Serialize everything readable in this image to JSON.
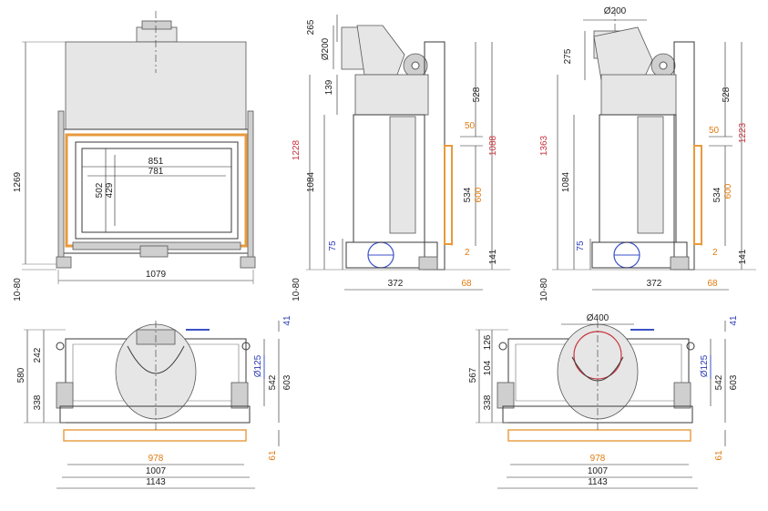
{
  "colors": {
    "orange": "#e07a10",
    "red": "#c8323c",
    "blue": "#2838b4",
    "line": "#3a3a3a"
  },
  "front": {
    "d1269": "1269",
    "d1080": "10-80",
    "d1079": "1079",
    "d851": "851",
    "d781": "781",
    "d502": "502",
    "d429": "429"
  },
  "side1": {
    "d265": "265",
    "d200": "Ø200",
    "d139": "139",
    "d1228": "1228",
    "d1084": "1084",
    "d1080": "10-80",
    "d75": "75",
    "d528": "528",
    "d50": "50",
    "d1088": "1088",
    "d534": "534",
    "d600": "600",
    "d2": "2",
    "d141": "141",
    "d372": "372",
    "d68": "68"
  },
  "side2": {
    "d200": "Ø200",
    "d275": "275",
    "d1363": "1363",
    "d1084": "1084",
    "d1080": "10-80",
    "d75": "75",
    "d528": "528",
    "d50": "50",
    "d1223": "1223",
    "d534": "534",
    "d600": "600",
    "d2": "2",
    "d141": "141",
    "d372": "372",
    "d68": "68"
  },
  "top1": {
    "d41": "41",
    "d242": "242",
    "d580": "580",
    "d338": "338",
    "d125": "Ø125",
    "d542": "542",
    "d603": "603",
    "d978": "978",
    "d61": "61",
    "d1007": "1007",
    "d1143": "1143"
  },
  "top2": {
    "d400": "Ø400",
    "d41": "41",
    "d126": "126",
    "d104": "104",
    "d567": "567",
    "d338": "338",
    "d125": "Ø125",
    "d542": "542",
    "d603": "603",
    "d978": "978",
    "d61": "61",
    "d1007": "1007",
    "d1143": "1143"
  }
}
